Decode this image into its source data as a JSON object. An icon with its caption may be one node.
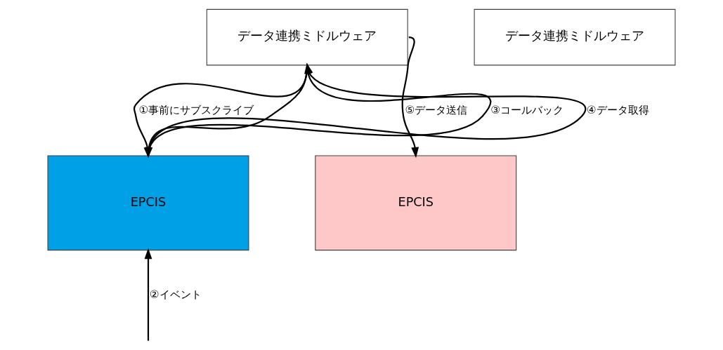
{
  "diagram": {
    "nodes": [
      {
        "text": [
          "データ連携ミドルウェア"
        ]
      },
      {
        "text": [
          "データ連携ミドルウェア"
        ]
      },
      {
        "text": [
          "EPCIS"
        ]
      },
      {
        "text": [
          "EPCIS"
        ]
      }
    ],
    "edges": [
      {
        "from": 0,
        "to": 2,
        "arrow": "to",
        "label": "①事前にサブスクライブ"
      },
      {
        "from": 2,
        "to": 0,
        "arrow": "to",
        "label": "③コールバック"
      },
      {
        "from": 0,
        "to": 2,
        "arrow": "to"
      },
      {
        "from": 2,
        "to": 0,
        "arrow": "to",
        "label": "④データ取得"
      },
      {
        "from": null,
        "to": 2,
        "arrow": "to",
        "label": "②イベント"
      },
      {
        "from": 0,
        "to": 3,
        "arrow": "to",
        "label": "⑤データ送信"
      }
    ]
  }
}
